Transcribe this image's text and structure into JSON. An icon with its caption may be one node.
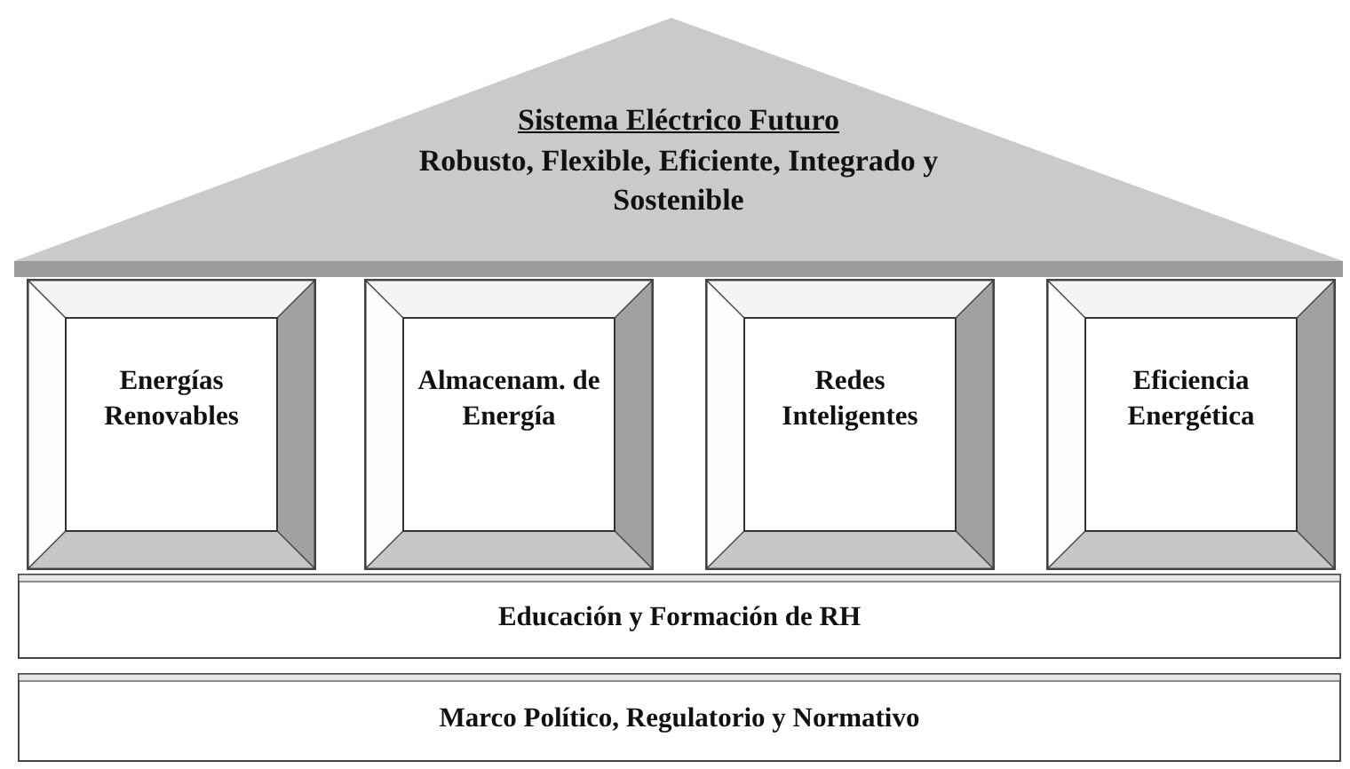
{
  "diagram": {
    "nodes": [
      {
        "text": [
          "Sistema Eléctrico Futuro",
          "Robusto, Flexible, Eficiente, Integrado y Sostenible"
        ]
      },
      {
        "text": [
          "Energías Renovables"
        ]
      },
      {
        "text": [
          "Almacenam. de Energía"
        ]
      },
      {
        "text": [
          "Redes Inteligentes"
        ]
      },
      {
        "text": [
          "Eficiencia Energética"
        ]
      },
      {
        "text": [
          "Educación y Formación de RH"
        ]
      },
      {
        "text": [
          "Marco Político, Regulatorio y Normativo"
        ]
      }
    ]
  }
}
